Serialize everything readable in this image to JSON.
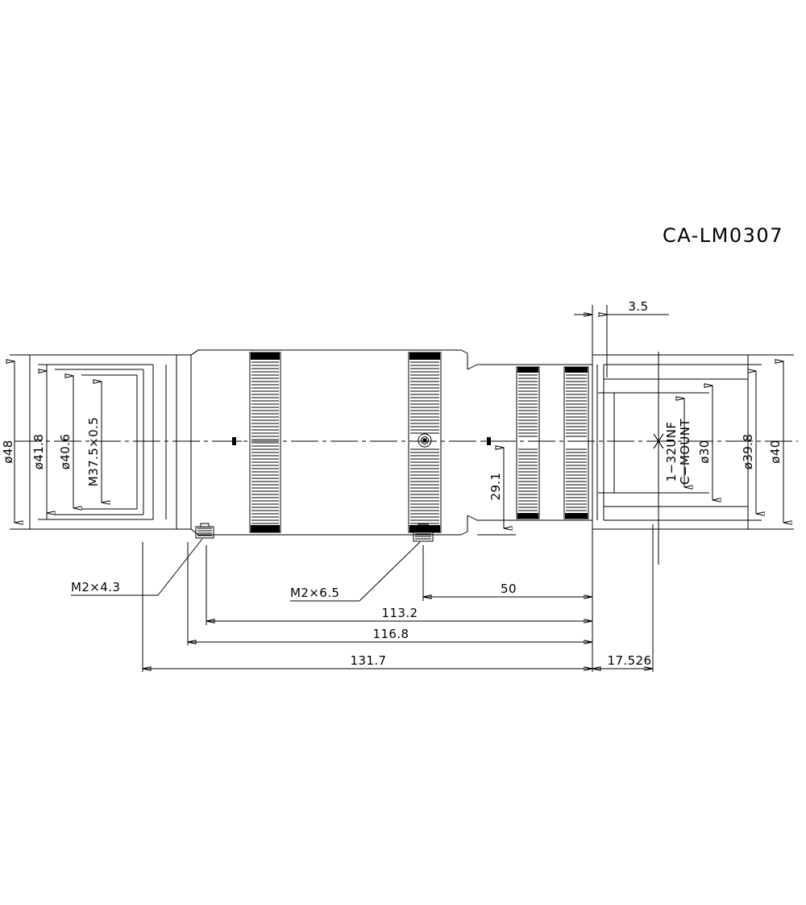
{
  "drawing": {
    "title": "CA-LM0307",
    "type": "mechanical-dimension-drawing",
    "subject": "C-mount machine vision lens side view",
    "units": "mm",
    "background_color": "#ffffff",
    "line_color": "#000000"
  },
  "dimensions": {
    "left_vertical": [
      {
        "id": "d48",
        "label": "ø48",
        "meaning": "outer front barrel diameter"
      },
      {
        "id": "d41_8",
        "label": "ø41.8",
        "meaning": "front filter step diameter"
      },
      {
        "id": "d40_6",
        "label": "ø40.6",
        "meaning": "inner front bore diameter"
      },
      {
        "id": "m37_5",
        "label": "M37.5×0.5",
        "meaning": "front filter thread"
      }
    ],
    "right_vertical": [
      {
        "id": "c_mount",
        "label_line1": "1−32UNF",
        "label_line2": "C−MOUNT",
        "meaning": "rear mount thread"
      },
      {
        "id": "d30",
        "label": "ø30",
        "meaning": "rear aperture diameter"
      },
      {
        "id": "d39_8",
        "label": "ø39.8",
        "meaning": "rear barrel diameter"
      },
      {
        "id": "d40",
        "label": "ø40",
        "meaning": "rear flange diameter"
      }
    ],
    "vertical_middle": [
      {
        "id": "v29_1",
        "label": "29.1",
        "meaning": "centre height to lower face"
      }
    ],
    "top_horizontal": [
      {
        "id": "h3_5",
        "label": "3.5",
        "meaning": "flange thickness"
      }
    ],
    "bottom_horizontal": [
      {
        "id": "h50",
        "label": "50",
        "meaning": "rear set-screw to mount face"
      },
      {
        "id": "h113_2",
        "label": "113.2",
        "meaning": "mid set-screw to mount face"
      },
      {
        "id": "h116_8",
        "label": "116.8",
        "meaning": "front ring to mount face"
      },
      {
        "id": "h131_7",
        "label": "131.7",
        "meaning": "overall body length"
      },
      {
        "id": "h17_526",
        "label": "17.526",
        "meaning": "C-mount flange back focal distance"
      }
    ],
    "leaders": [
      {
        "id": "m2x4_3",
        "label": "M2×4.3",
        "meaning": "front set screw"
      },
      {
        "id": "m2x6_5",
        "label": "M2×6.5",
        "meaning": "middle set screw"
      }
    ]
  }
}
